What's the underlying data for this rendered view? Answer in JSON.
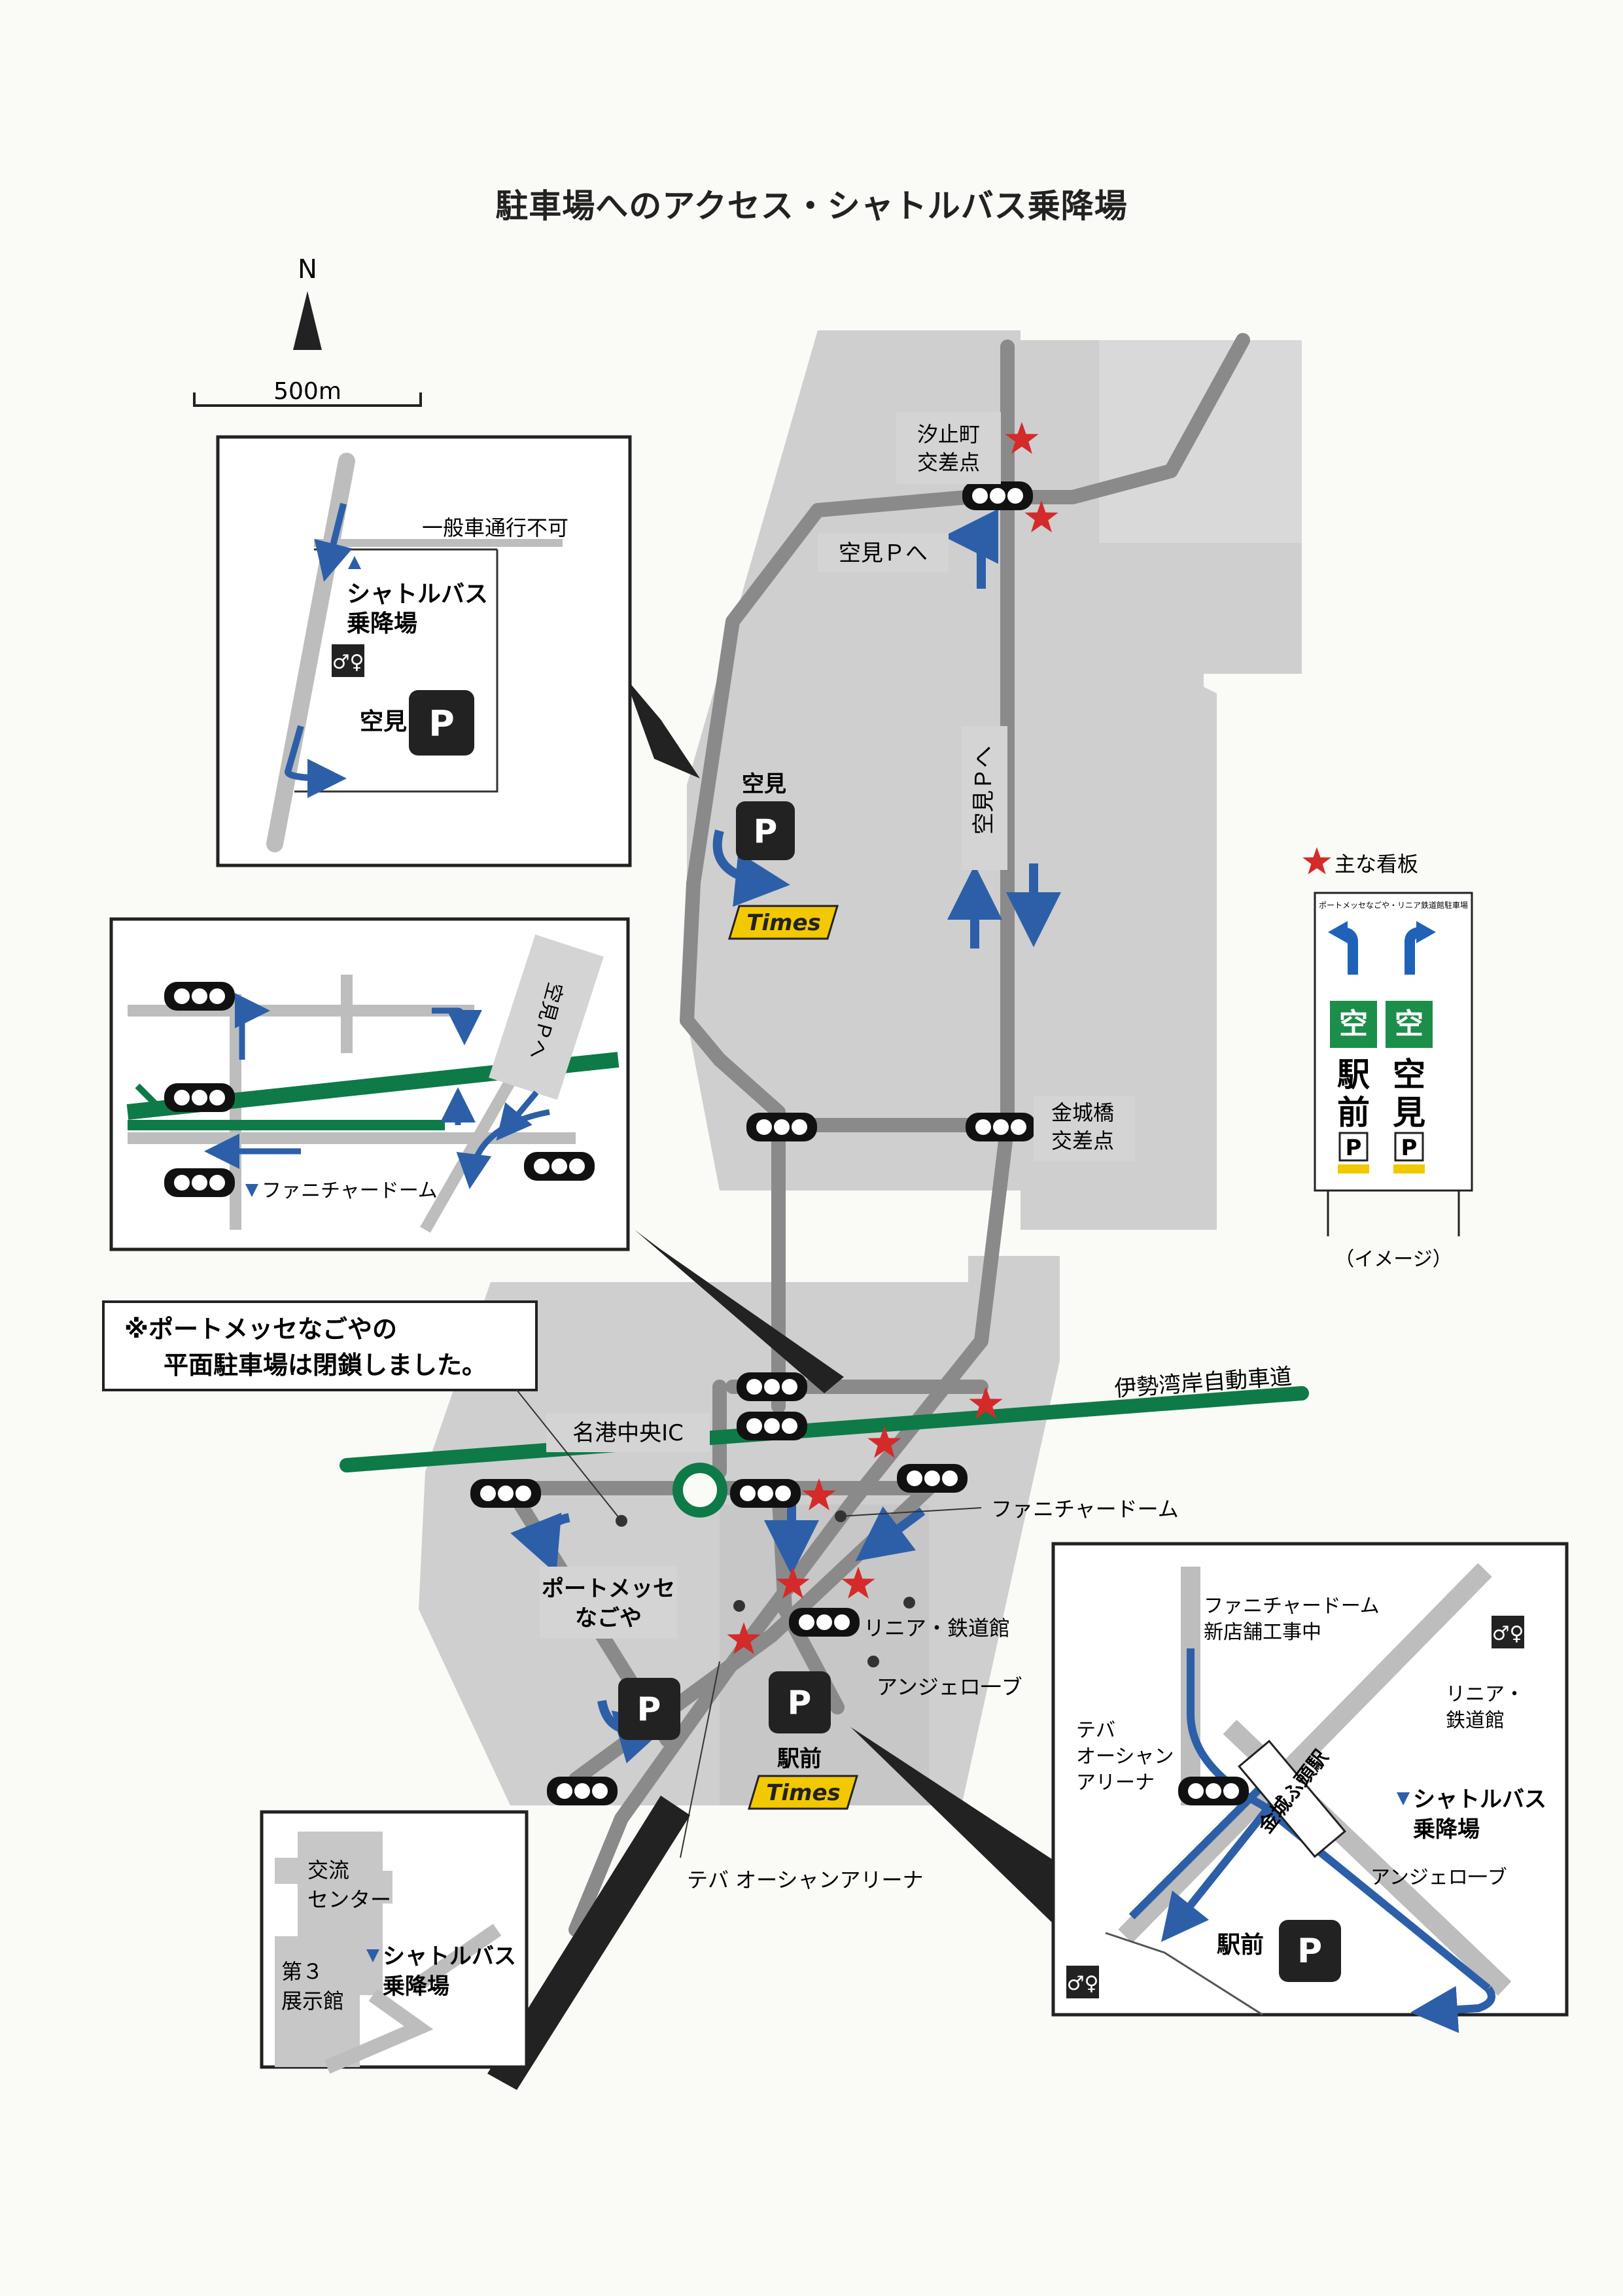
{
  "title": "駐車場へのアクセス・シャトルバス乗降場",
  "compass": {
    "north": "N",
    "scale": "500m"
  },
  "main_map": {
    "shiodome": [
      "汐止町",
      "交差点"
    ],
    "to_soramip": "空見Ｐへ",
    "to_soramip_vertical": "空見Ｐへ",
    "soramip_label": "空見",
    "parking": "P",
    "times_logo": "Times",
    "kinjobashi": [
      "金城橋",
      "交差点"
    ],
    "expressway": "伊勢湾岸自動車道",
    "meiko_ic": "名港中央IC",
    "furniture_dome": "ファニチャードーム",
    "portmesse": [
      "ポートメッセ",
      "なごや"
    ],
    "linear": "リニア・鉄道館",
    "angelobe": "アンジェロ一ブ",
    "ekimae": "駅前",
    "teba": "テバ オーシャンアリーナ",
    "notice": [
      "※ポートメッセなごやの",
      "平面駐車場は閉鎖しました。"
    ]
  },
  "inset_soramip": {
    "no_entry": "一般車通行不可",
    "shuttle": [
      "シャトルバス",
      "乗降場"
    ],
    "parking_name": "空見",
    "parking": "P"
  },
  "inset_interchange": {
    "to_soramip": "空見Ｐへ",
    "furniture_dome": "ファニチャードーム"
  },
  "inset_exhibition": {
    "center": [
      "交流",
      "センター"
    ],
    "hall3": [
      "第３",
      "展示館"
    ],
    "shuttle": [
      "シャトルバス",
      "乗降場"
    ]
  },
  "inset_station": {
    "furniture": [
      "ファニチャードーム",
      "新店舗工事中"
    ],
    "linear": [
      "リニア・",
      "鉄道館"
    ],
    "teba": [
      "テバ",
      "オーシャン",
      "アリーナ"
    ],
    "station_name": "金城ふ頭駅",
    "shuttle": [
      "シャトルバス",
      "乗降場"
    ],
    "angelobe": "アンジェロ一ブ",
    "parking_name": "駅前",
    "parking": "P"
  },
  "signboard": {
    "legend": "主な看板",
    "header": "ポートメッセなごや・リニア鉄道館駐車場",
    "left_badge": "空",
    "left_text": [
      "駅",
      "前"
    ],
    "right_badge": "空",
    "right_text": [
      "空",
      "見"
    ],
    "parking": "P",
    "caption": "（イメージ）"
  },
  "colors": {
    "land": "#cfcfcf",
    "road": "#8a8a8a",
    "expressway": "#0d7a48",
    "route_arrow": "#2d5fa8",
    "star": "#d42a2a",
    "parking": "#222222",
    "times": "#f2c800"
  }
}
